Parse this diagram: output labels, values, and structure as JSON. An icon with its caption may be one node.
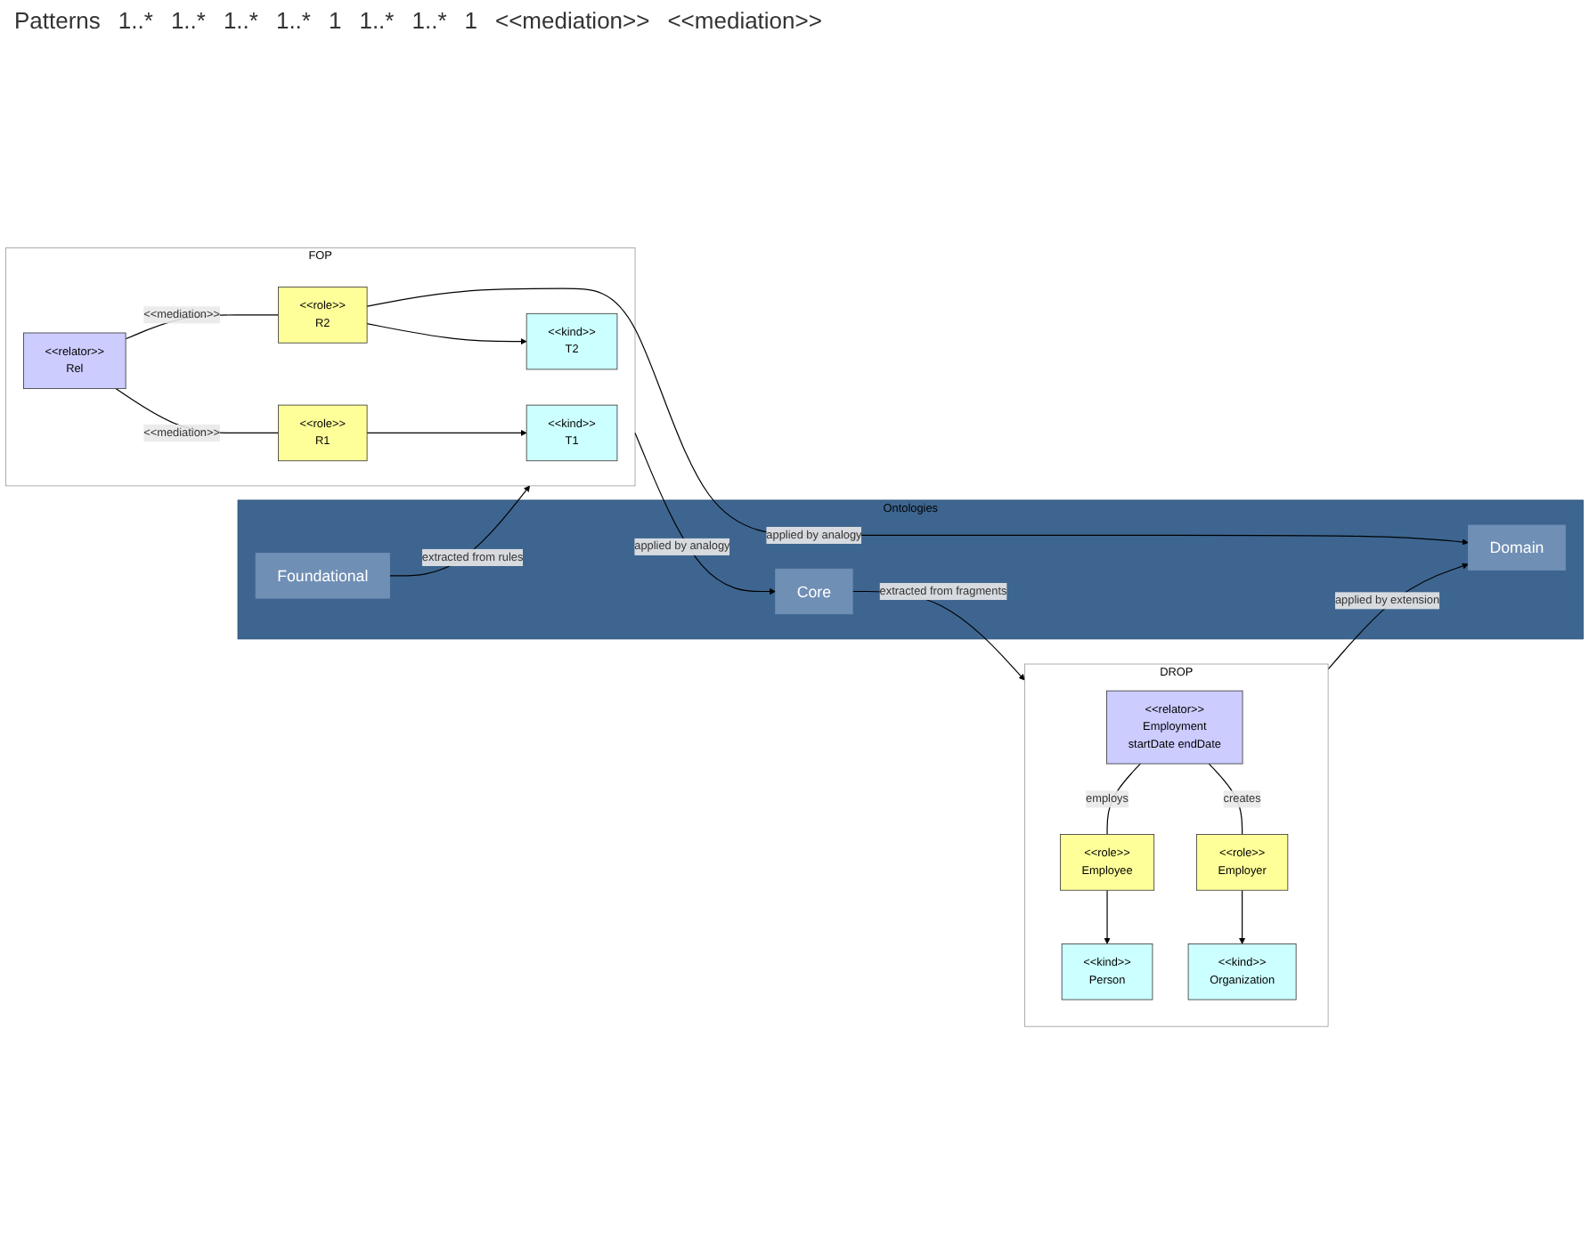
{
  "diagram": {
    "nodes": [
      {
        "text": [
          "Ontologies"
        ]
      },
      {
        "text": [
          "Foundational"
        ],
        "in": 0
      },
      {
        "text": [
          "Core"
        ],
        "in": 0
      },
      {
        "text": [
          "Domain"
        ],
        "in": 0
      },
      {
        "text": [
          "FOP"
        ]
      },
      {
        "text": [
          "<<kind>>",
          "T1"
        ],
        "in": 4
      },
      {
        "text": [
          "<<kind>>",
          "T2"
        ],
        "in": 4
      },
      {
        "text": [
          "<<role>>",
          "R1"
        ],
        "in": 4
      },
      {
        "text": [
          "<<role>>",
          "R2"
        ],
        "in": 4
      },
      {
        "text": [
          "<<relator>>",
          "Rel"
        ],
        "in": 4
      },
      {
        "text": [
          "DROP"
        ]
      },
      {
        "text": [
          "<<kind>>",
          "Person"
        ],
        "in": 10
      },
      {
        "text": [
          "<<kind>>",
          "Organization"
        ],
        "in": 10
      },
      {
        "text": [
          "<<role>>",
          "Employee"
        ],
        "in": 10
      },
      {
        "text": [
          "<<role>>",
          "Employer"
        ],
        "in": 10
      },
      {
        "text": [
          "<<relator>>",
          "Employment",
          "startDate endDate"
        ],
        "in": 10
      }
    ],
    "edges": [
      {
        "from": 1,
        "to": 4,
        "arrow": "to",
        "label": "extracted from rules"
      },
      {
        "from": 4,
        "to": 2,
        "arrow": "to",
        "label": "applied by analogy"
      },
      {
        "from": 2,
        "to": 10,
        "arrow": "to",
        "label": "extracted from fragments"
      },
      {
        "from": 10,
        "to": 3,
        "arrow": "to",
        "label": "applied by extension"
      },
      {
        "from": 8,
        "to": 3,
        "arrow": "to",
        "label": "applied by analogy"
      },
      {
        "from": 7,
        "to": 5,
        "arrow": "to"
      },
      {
        "from": 8,
        "to": 6,
        "arrow": "to"
      },
      {
        "from": 9,
        "to": 7,
        "arrow": "none",
        "label": "<<mediation>>"
      },
      {
        "from": 9,
        "to": 8,
        "arrow": "none",
        "label": "<<mediation>>"
      },
      {
        "from": 13,
        "to": 11,
        "arrow": "to"
      },
      {
        "from": 14,
        "to": 12,
        "arrow": "to"
      },
      {
        "from": 15,
        "to": 13,
        "arrow": "none",
        "label": "employs"
      },
      {
        "from": 15,
        "to": 14,
        "arrow": "none",
        "label": "creates"
      }
    ],
    "labels": [
      "Patterns",
      "1..*",
      "1..*",
      "1..*",
      "1..*",
      "1",
      "1..*",
      "1..*",
      "1",
      "<<mediation>>",
      "<<mediation>>"
    ]
  }
}
